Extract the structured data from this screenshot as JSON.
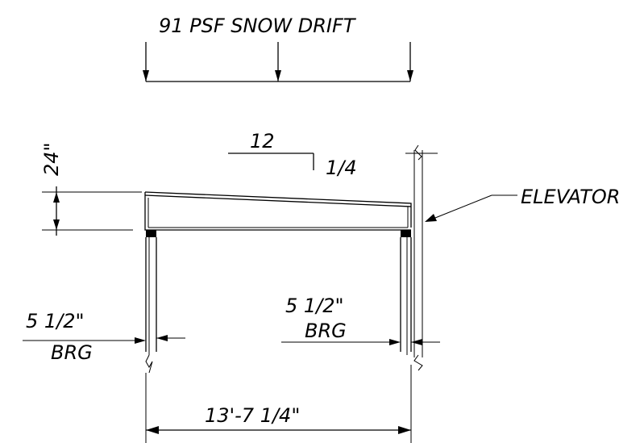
{
  "labels": {
    "load_label": "91 PSF SNOW DRIFT",
    "drift_height": "24\"",
    "slope_run": "12",
    "slope_rise": "1/4",
    "elevator_label": "ELEVATOR",
    "left_bearing_length": "5 1/2\"",
    "left_bearing_abbr": "BRG",
    "right_bearing_length": "5 1/2\"",
    "right_bearing_abbr": "BRG",
    "span_dimension": "13'-7 1/4\""
  }
}
